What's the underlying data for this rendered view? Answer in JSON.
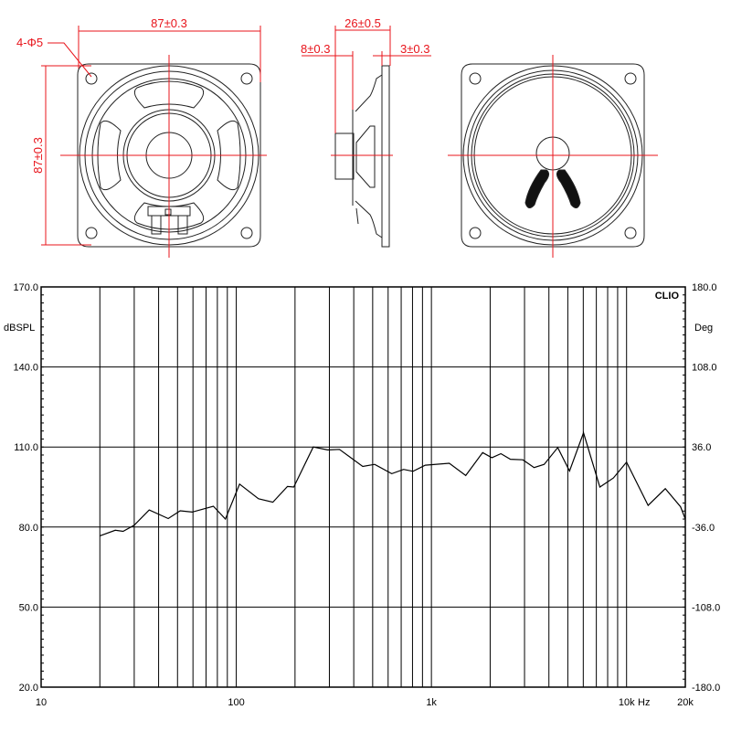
{
  "drawing": {
    "width_dim": "87±0.3",
    "height_dim": "87±0.3",
    "holes_dim": "4-Φ5",
    "depth_dim": "26±0.5",
    "magnet_dim": "8±0.3",
    "flange_dim": "3±0.3",
    "colors": {
      "dimension": "#e8141b",
      "outline": "#222222"
    }
  },
  "chart_data": {
    "type": "line",
    "title": "",
    "brand": "CLIO",
    "xlabel": "Hz",
    "ylabel": "dBSPL",
    "y2label": "Deg",
    "xscale": "log",
    "xlim": [
      10,
      20000
    ],
    "ylim": [
      20,
      170
    ],
    "y2lim": [
      -180,
      180
    ],
    "grid": true,
    "x_tick_labels": [
      {
        "value": 10,
        "label": "10"
      },
      {
        "value": 100,
        "label": "100"
      },
      {
        "value": 1000,
        "label": "1k"
      },
      {
        "value": 10000,
        "label": "10k"
      },
      {
        "value": 20000,
        "label": "20k"
      }
    ],
    "y_tick_labels": [
      "170.0",
      "140.0",
      "110.0",
      "80.0",
      "50.0",
      "20.0"
    ],
    "y2_tick_labels": [
      "180.0",
      "108.0",
      "36.0",
      "-36.0",
      "-108.0",
      "-180.0"
    ],
    "series": [
      {
        "name": "SPL",
        "color": "#000000",
        "x": [
          20,
          24,
          26.3,
          30,
          35.8,
          44.8,
          51.6,
          59.4,
          76.3,
          88,
          104,
          130,
          154,
          183,
          197,
          248,
          294,
          338,
          445,
          512,
          626,
          720,
          805,
          930,
          1235,
          1500,
          1830,
          2040,
          2270,
          2540,
          2940,
          3360,
          3780,
          4440,
          5100,
          6020,
          7300,
          8560,
          10000,
          12900,
          15800,
          18900,
          20000
        ],
        "y": [
          76.7,
          78.8,
          78.4,
          80.7,
          86.4,
          83.2,
          86.1,
          85.6,
          87.8,
          83,
          96.1,
          90.6,
          89.3,
          95.2,
          95,
          110,
          108.9,
          109.1,
          102.7,
          103.5,
          100,
          101.6,
          100.9,
          103.2,
          103.9,
          99.3,
          107.9,
          106,
          107.5,
          105.4,
          105.2,
          102.3,
          103.5,
          109.8,
          101,
          115.3,
          95,
          98.4,
          104.3,
          88.1,
          94.4,
          87.6,
          83
        ]
      }
    ]
  }
}
